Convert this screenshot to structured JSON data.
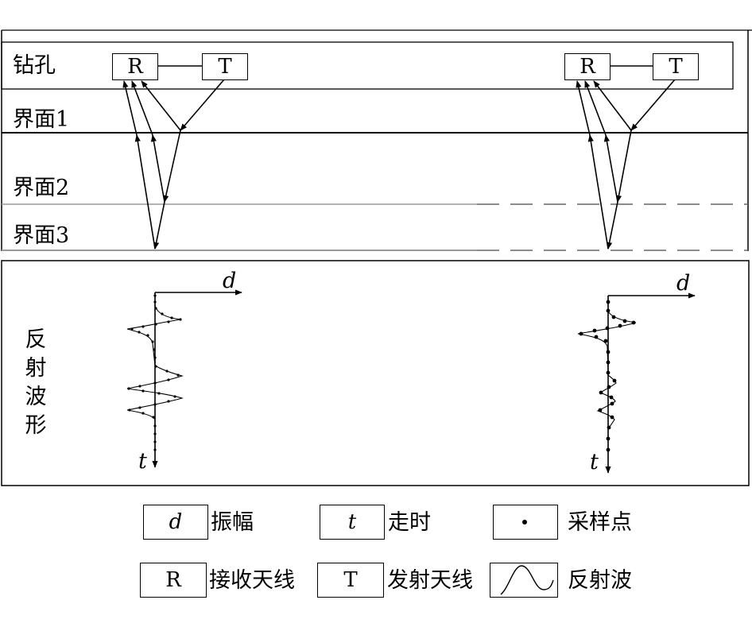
{
  "borehole": {
    "label": "钻孔",
    "left_pair": {
      "receiver": "R",
      "transmitter": "T"
    },
    "right_pair": {
      "receiver": "R",
      "transmitter": "T"
    }
  },
  "interfaces": [
    {
      "label": "界面1"
    },
    {
      "label": "界面2"
    },
    {
      "label": "界面3"
    }
  ],
  "waveform_panel": {
    "label_chars": [
      "反",
      "射",
      "波",
      "形"
    ],
    "left_axes": {
      "x_label": "d",
      "y_label": "t"
    },
    "right_axes": {
      "x_label": "d",
      "y_label": "t"
    }
  },
  "legend": {
    "row1": [
      {
        "symbol": "d",
        "text": "振幅"
      },
      {
        "symbol": "t",
        "text": "走时"
      },
      {
        "symbol": "dot-icon",
        "text": "采样点"
      }
    ],
    "row2": [
      {
        "symbol": "R",
        "text": "接收天线"
      },
      {
        "symbol": "T",
        "text": "发射天线"
      },
      {
        "symbol": "wave-icon",
        "text": "反射波"
      }
    ]
  }
}
